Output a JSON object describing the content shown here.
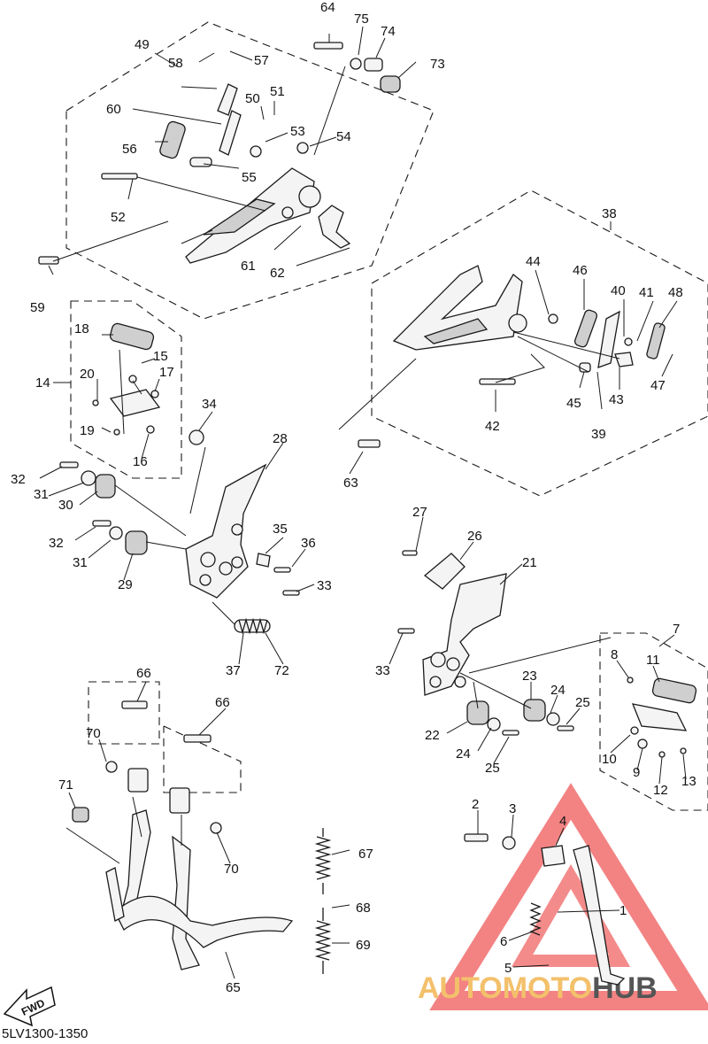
{
  "diagram_code": "5LV1300-1350",
  "fwd_label": "FWD",
  "watermark": {
    "part1": "AUTOMOTO",
    "part2": "HUB",
    "accent": "#f3c06b",
    "triangle_color": "#ef5a5a",
    "hub_color": "#555555"
  },
  "callouts": [
    {
      "id": "c1",
      "text": "1"
    },
    {
      "id": "c2",
      "text": "2"
    },
    {
      "id": "c3",
      "text": "3"
    },
    {
      "id": "c4",
      "text": "4"
    },
    {
      "id": "c5",
      "text": "5"
    },
    {
      "id": "c6",
      "text": "6"
    },
    {
      "id": "c7",
      "text": "7"
    },
    {
      "id": "c8",
      "text": "8"
    },
    {
      "id": "c9",
      "text": "9"
    },
    {
      "id": "c10",
      "text": "10"
    },
    {
      "id": "c11",
      "text": "11"
    },
    {
      "id": "c12",
      "text": "12"
    },
    {
      "id": "c13",
      "text": "13"
    },
    {
      "id": "c14",
      "text": "14"
    },
    {
      "id": "c15",
      "text": "15"
    },
    {
      "id": "c16",
      "text": "16"
    },
    {
      "id": "c17",
      "text": "17"
    },
    {
      "id": "c18",
      "text": "18"
    },
    {
      "id": "c19",
      "text": "19"
    },
    {
      "id": "c20",
      "text": "20"
    },
    {
      "id": "c21",
      "text": "21"
    },
    {
      "id": "c22",
      "text": "22"
    },
    {
      "id": "c23",
      "text": "23"
    },
    {
      "id": "c24a",
      "text": "24"
    },
    {
      "id": "c24b",
      "text": "24"
    },
    {
      "id": "c25a",
      "text": "25"
    },
    {
      "id": "c25b",
      "text": "25"
    },
    {
      "id": "c26",
      "text": "26"
    },
    {
      "id": "c27",
      "text": "27"
    },
    {
      "id": "c28",
      "text": "28"
    },
    {
      "id": "c29",
      "text": "29"
    },
    {
      "id": "c30",
      "text": "30"
    },
    {
      "id": "c31a",
      "text": "31"
    },
    {
      "id": "c31b",
      "text": "31"
    },
    {
      "id": "c32a",
      "text": "32"
    },
    {
      "id": "c32b",
      "text": "32"
    },
    {
      "id": "c33a",
      "text": "33"
    },
    {
      "id": "c33b",
      "text": "33"
    },
    {
      "id": "c34",
      "text": "34"
    },
    {
      "id": "c35",
      "text": "35"
    },
    {
      "id": "c36",
      "text": "36"
    },
    {
      "id": "c37",
      "text": "37"
    },
    {
      "id": "c38",
      "text": "38"
    },
    {
      "id": "c39",
      "text": "39"
    },
    {
      "id": "c40",
      "text": "40"
    },
    {
      "id": "c41",
      "text": "41"
    },
    {
      "id": "c42",
      "text": "42"
    },
    {
      "id": "c43",
      "text": "43"
    },
    {
      "id": "c44",
      "text": "44"
    },
    {
      "id": "c45",
      "text": "45"
    },
    {
      "id": "c46",
      "text": "46"
    },
    {
      "id": "c47",
      "text": "47"
    },
    {
      "id": "c48",
      "text": "48"
    },
    {
      "id": "c49",
      "text": "49"
    },
    {
      "id": "c50",
      "text": "50"
    },
    {
      "id": "c51",
      "text": "51"
    },
    {
      "id": "c52",
      "text": "52"
    },
    {
      "id": "c53",
      "text": "53"
    },
    {
      "id": "c54",
      "text": "54"
    },
    {
      "id": "c55",
      "text": "55"
    },
    {
      "id": "c56",
      "text": "56"
    },
    {
      "id": "c57",
      "text": "57"
    },
    {
      "id": "c58",
      "text": "58"
    },
    {
      "id": "c59",
      "text": "59"
    },
    {
      "id": "c60",
      "text": "60"
    },
    {
      "id": "c61",
      "text": "61"
    },
    {
      "id": "c62",
      "text": "62"
    },
    {
      "id": "c63",
      "text": "63"
    },
    {
      "id": "c64",
      "text": "64"
    },
    {
      "id": "c65",
      "text": "65"
    },
    {
      "id": "c66a",
      "text": "66"
    },
    {
      "id": "c66b",
      "text": "66"
    },
    {
      "id": "c67",
      "text": "67"
    },
    {
      "id": "c68",
      "text": "68"
    },
    {
      "id": "c69",
      "text": "69"
    },
    {
      "id": "c70a",
      "text": "70"
    },
    {
      "id": "c70b",
      "text": "70"
    },
    {
      "id": "c71",
      "text": "71"
    },
    {
      "id": "c72",
      "text": "72"
    },
    {
      "id": "c73",
      "text": "73"
    },
    {
      "id": "c74",
      "text": "74"
    },
    {
      "id": "c75",
      "text": "75"
    }
  ]
}
